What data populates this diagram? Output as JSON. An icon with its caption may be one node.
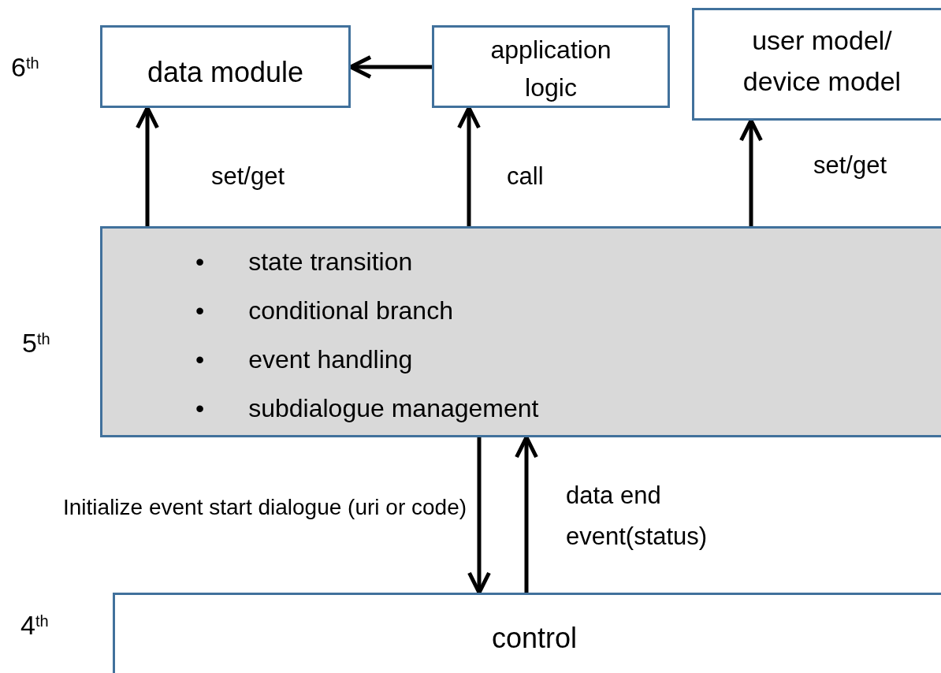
{
  "diagram": {
    "nodes": [
      {
        "text": [
          "data module"
        ]
      },
      {
        "text": [
          "application logic"
        ]
      },
      {
        "text": [
          "user model/ device model"
        ]
      },
      {
        "text": [
          "•",
          "state transition",
          "•",
          "conditional branch",
          "•",
          "event handling",
          "•",
          "subdialogue management"
        ]
      },
      {
        "text": [
          "control"
        ]
      }
    ],
    "edges": [
      {
        "from": 3,
        "to": 0,
        "arrow": "to",
        "label": "set/get"
      },
      {
        "from": 3,
        "to": 1,
        "arrow": "to",
        "label": "call"
      },
      {
        "from": 3,
        "to": 2,
        "arrow": "to",
        "label": "set/get"
      },
      {
        "from": 1,
        "to": 0,
        "arrow": "to"
      },
      {
        "from": 3,
        "to": 4,
        "arrow": "to",
        "label": "Initialize event start dialogue (uri or code)"
      },
      {
        "from": 4,
        "to": 3,
        "arrow": "to",
        "label": "data end event(status)"
      }
    ],
    "labels": [
      "6$^{th}$",
      "5$^{th}$",
      "4$^{th}$"
    ]
  }
}
